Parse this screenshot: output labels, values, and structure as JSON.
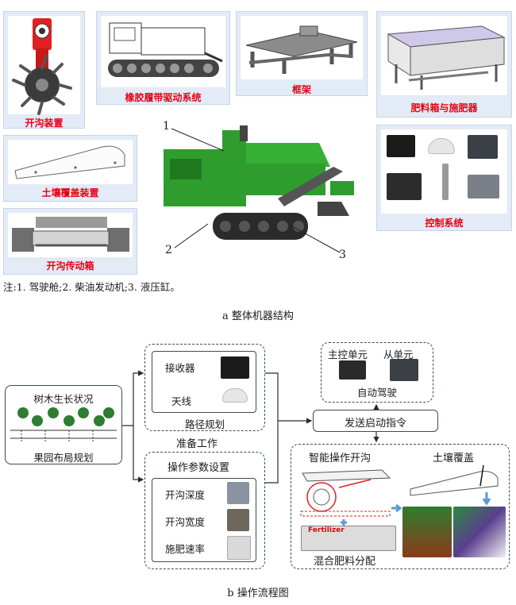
{
  "part_a": {
    "panels": {
      "trencher": "开沟装置",
      "track_drive": "橡胶履带驱动系统",
      "frame": "框架",
      "hopper": "肥料箱与施肥器",
      "soil_cover": "土壤覆盖装置",
      "gearbox": "开沟传动箱",
      "control": "控制系统"
    },
    "callouts": [
      "1",
      "2",
      "3"
    ],
    "note": "注:1. 驾驶舱;2. 柴油发动机;3. 液压缸。",
    "caption": "a 整体机器结构"
  },
  "part_b": {
    "left_box": {
      "top": "树木生长状况",
      "bottom": "果园布局规划"
    },
    "path_planning": {
      "receiver": "接收器",
      "antenna": "天线",
      "title": "路径规划"
    },
    "prep_label": "准备工作",
    "params": {
      "title": "操作参数设置",
      "depth": "开沟深度",
      "width": "开沟宽度",
      "rate": "施肥速率"
    },
    "auto_drive": {
      "master": "主控单元",
      "slave": "从单元",
      "title": "自动驾驶"
    },
    "send_cmd": "发送启动指令",
    "ops": {
      "smart_trench": "智能操作开沟",
      "soil_cover": "土壤覆盖",
      "fertilizer_tag": "Fertilizer",
      "mix": "混合肥料分配"
    },
    "caption": "b 操作流程图"
  },
  "colors": {
    "panel_bg": "#e3ebf6",
    "label_red": "#e60012",
    "machine_green": "#2e9d2e",
    "dash_border": "#3c4a5e"
  }
}
